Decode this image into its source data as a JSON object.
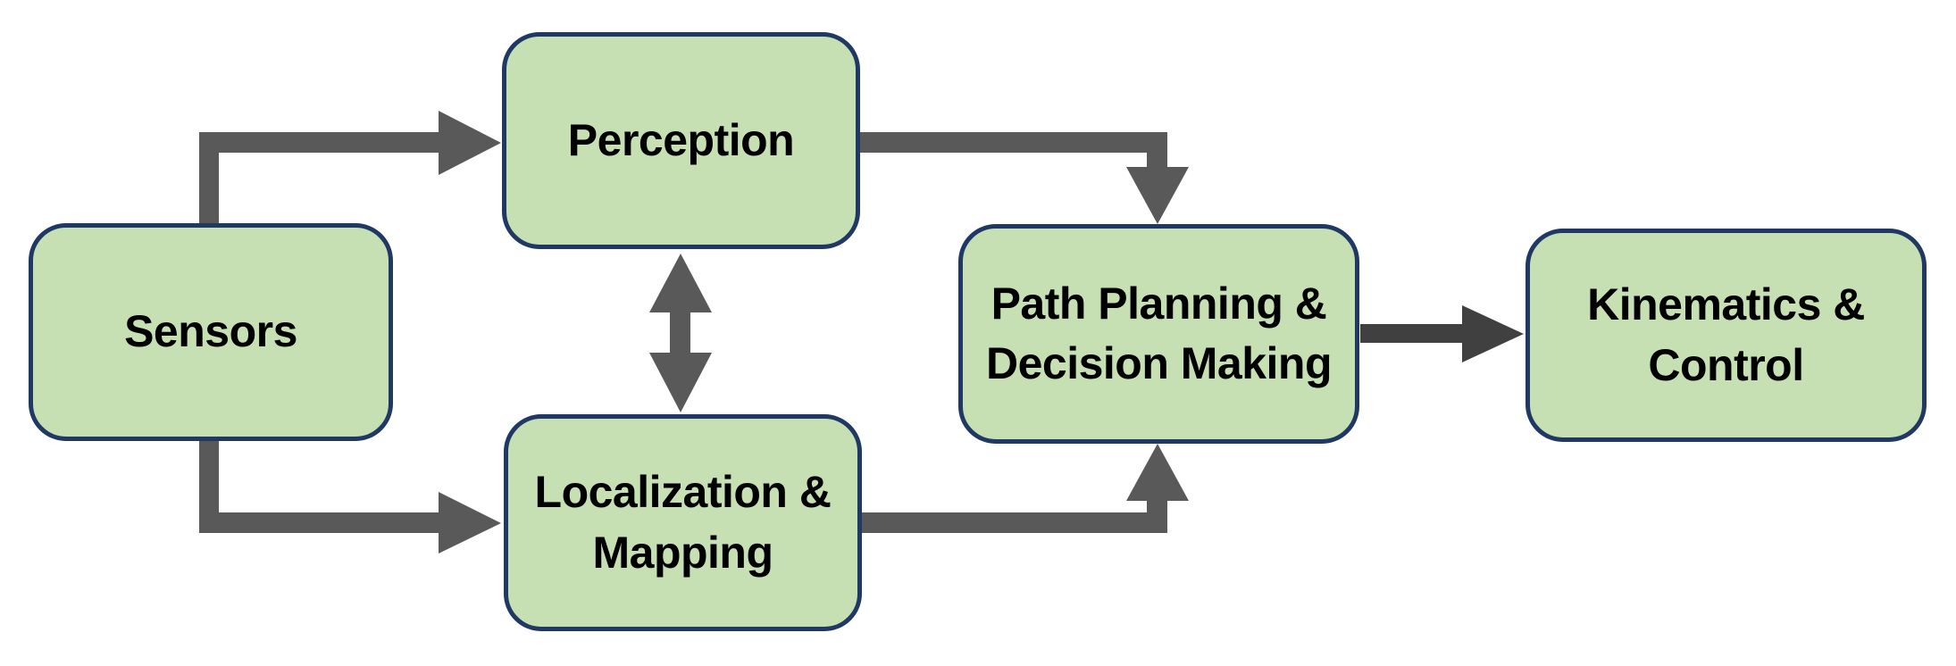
{
  "diagram": {
    "type": "flowchart",
    "title": "",
    "colors": {
      "canvas_bg": "#ffffff",
      "node_fill": "#c6e0b4",
      "node_border": "#1f3864",
      "node_text": "#000000",
      "arrow_gray": "#595959",
      "arrow_dark": "#404040"
    },
    "nodes": [
      {
        "id": "sensors",
        "label": "Sensors"
      },
      {
        "id": "perception",
        "label": "Perception"
      },
      {
        "id": "localization-mapping",
        "label": "Localization & Mapping"
      },
      {
        "id": "path-planning-decision-making",
        "label": "Path Planning & Decision Making"
      },
      {
        "id": "kinematics-control",
        "label": "Kinematics & Control"
      }
    ],
    "edges": [
      {
        "from": "sensors",
        "to": "perception",
        "style": "elbow",
        "direction": "one-way"
      },
      {
        "from": "sensors",
        "to": "localization-mapping",
        "style": "elbow",
        "direction": "one-way"
      },
      {
        "from": "perception",
        "to": "localization-mapping",
        "style": "straight",
        "direction": "two-way"
      },
      {
        "from": "perception",
        "to": "path-planning-decision-making",
        "style": "elbow",
        "direction": "one-way"
      },
      {
        "from": "localization-mapping",
        "to": "path-planning-decision-making",
        "style": "elbow",
        "direction": "one-way"
      },
      {
        "from": "path-planning-decision-making",
        "to": "kinematics-control",
        "style": "straight",
        "direction": "one-way"
      }
    ]
  }
}
